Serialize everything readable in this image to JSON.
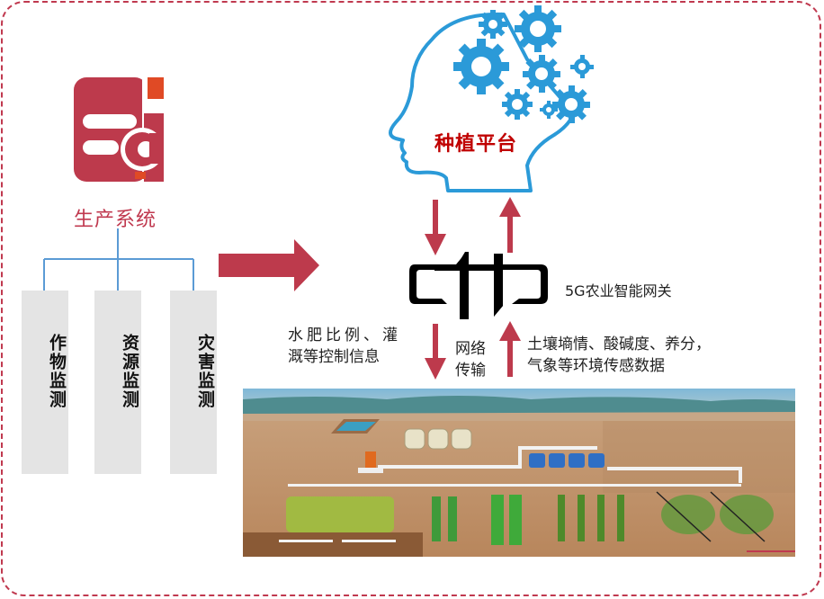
{
  "production_system": {
    "title": "生产系统",
    "icon": "production-system-icon",
    "modules": [
      {
        "label": "作物监测"
      },
      {
        "label": "资源监测"
      },
      {
        "label": "灾害监测"
      }
    ]
  },
  "planting_platform": {
    "title": "种植平台",
    "icon": "head-gears-icon"
  },
  "gateway": {
    "label": "5G农业智能网关",
    "icon": "gateway-logo-icon"
  },
  "flows": {
    "downlink_info": "水肥比例、灌溉等控制信息",
    "downlink_info_line1": "水肥比例、灌",
    "downlink_info_line2": "溉等控制信息",
    "network_line1": "网络",
    "network_line2": "传输",
    "uplink_info_line1": "土壤墒情、酸碱度、养分，",
    "uplink_info_line2": "气象等环境传感数据"
  },
  "field_scene": {
    "image": "smart-irrigation-field-illustration"
  },
  "colors": {
    "accent_red": "#c0394f",
    "platform_title": "#c00000",
    "gear_blue": "#2b9ad8",
    "connector_blue": "#5b9bd5",
    "module_bg": "#e4e4e4",
    "logo_orange": "#e04a25"
  }
}
